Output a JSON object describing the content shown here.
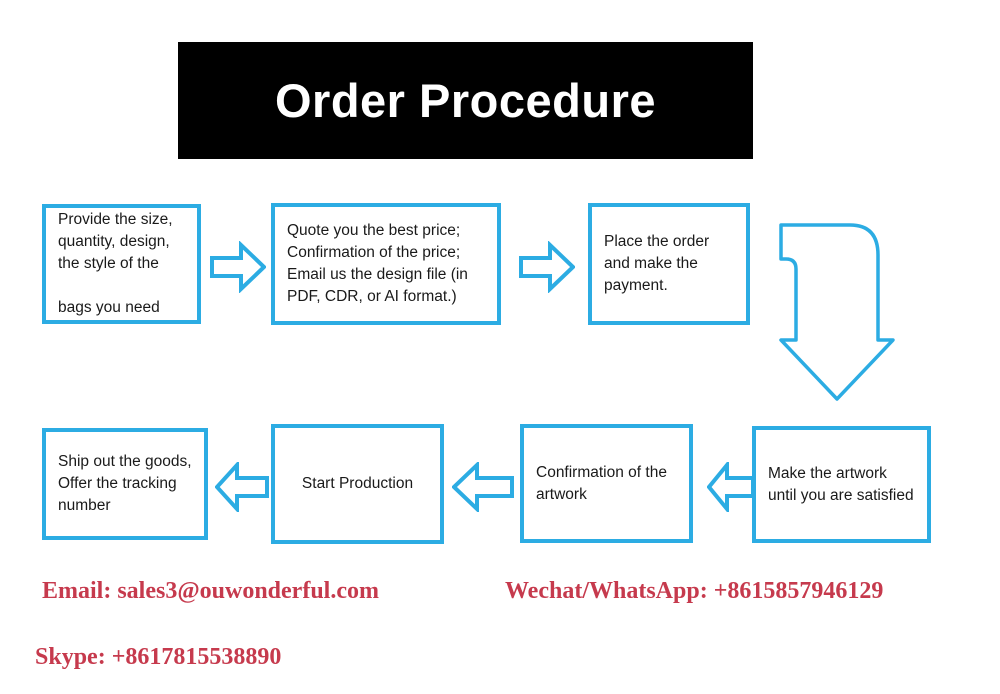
{
  "header": {
    "title": "Order Procedure"
  },
  "flowchart": {
    "row1": [
      {
        "id": "provide",
        "name": "box-provide-details",
        "text": "Provide the size,\nquantity, design,\nthe style of the\n\nbags you need",
        "align": "left"
      },
      {
        "id": "quote",
        "name": "box-quote-price",
        "text": "Quote you the best price;\nConfirmation of the price;\nEmail us the design file (in\nPDF, CDR, or AI format.)",
        "align": "left"
      },
      {
        "id": "place-order",
        "name": "box-place-order",
        "text": "Place the order\nand make the\npayment.",
        "align": "left"
      }
    ],
    "row2": [
      {
        "id": "ship",
        "name": "box-ship-goods",
        "text": "Ship out the goods,\nOffer the tracking\nnumber",
        "align": "left"
      },
      {
        "id": "production",
        "name": "box-start-production",
        "text": "Start Production",
        "align": "center"
      },
      {
        "id": "confirm-art",
        "name": "box-confirm-artwork",
        "text": "Confirmation of the\nartwork",
        "align": "left"
      },
      {
        "id": "make-art",
        "name": "box-make-artwork",
        "text": "Make the artwork\nuntil you are satisfied",
        "align": "left"
      }
    ],
    "arrows": [
      {
        "id": "arrow-1",
        "name": "arrow-right-icon",
        "direction": "right"
      },
      {
        "id": "arrow-2",
        "name": "arrow-right-icon",
        "direction": "right"
      },
      {
        "id": "arrow-elbow",
        "name": "arrow-elbow-down-icon",
        "direction": "elbow-down"
      },
      {
        "id": "arrow-3",
        "name": "arrow-left-icon",
        "direction": "left"
      },
      {
        "id": "arrow-4",
        "name": "arrow-left-icon",
        "direction": "left"
      },
      {
        "id": "arrow-5",
        "name": "arrow-left-icon",
        "direction": "left"
      }
    ]
  },
  "contact": {
    "email": "Email: sales3@ouwonderful.com",
    "wechat": "Wechat/WhatsApp: +8615857946129",
    "skype": "Skype: +8617815538890"
  },
  "colors": {
    "accent_blue": "#2CACE3",
    "banner_bg": "#000000",
    "banner_text": "#FFFFFF",
    "contact_red": "#C63A4D",
    "box_text": "#1A1A1A",
    "page_bg": "#FFFFFF"
  }
}
